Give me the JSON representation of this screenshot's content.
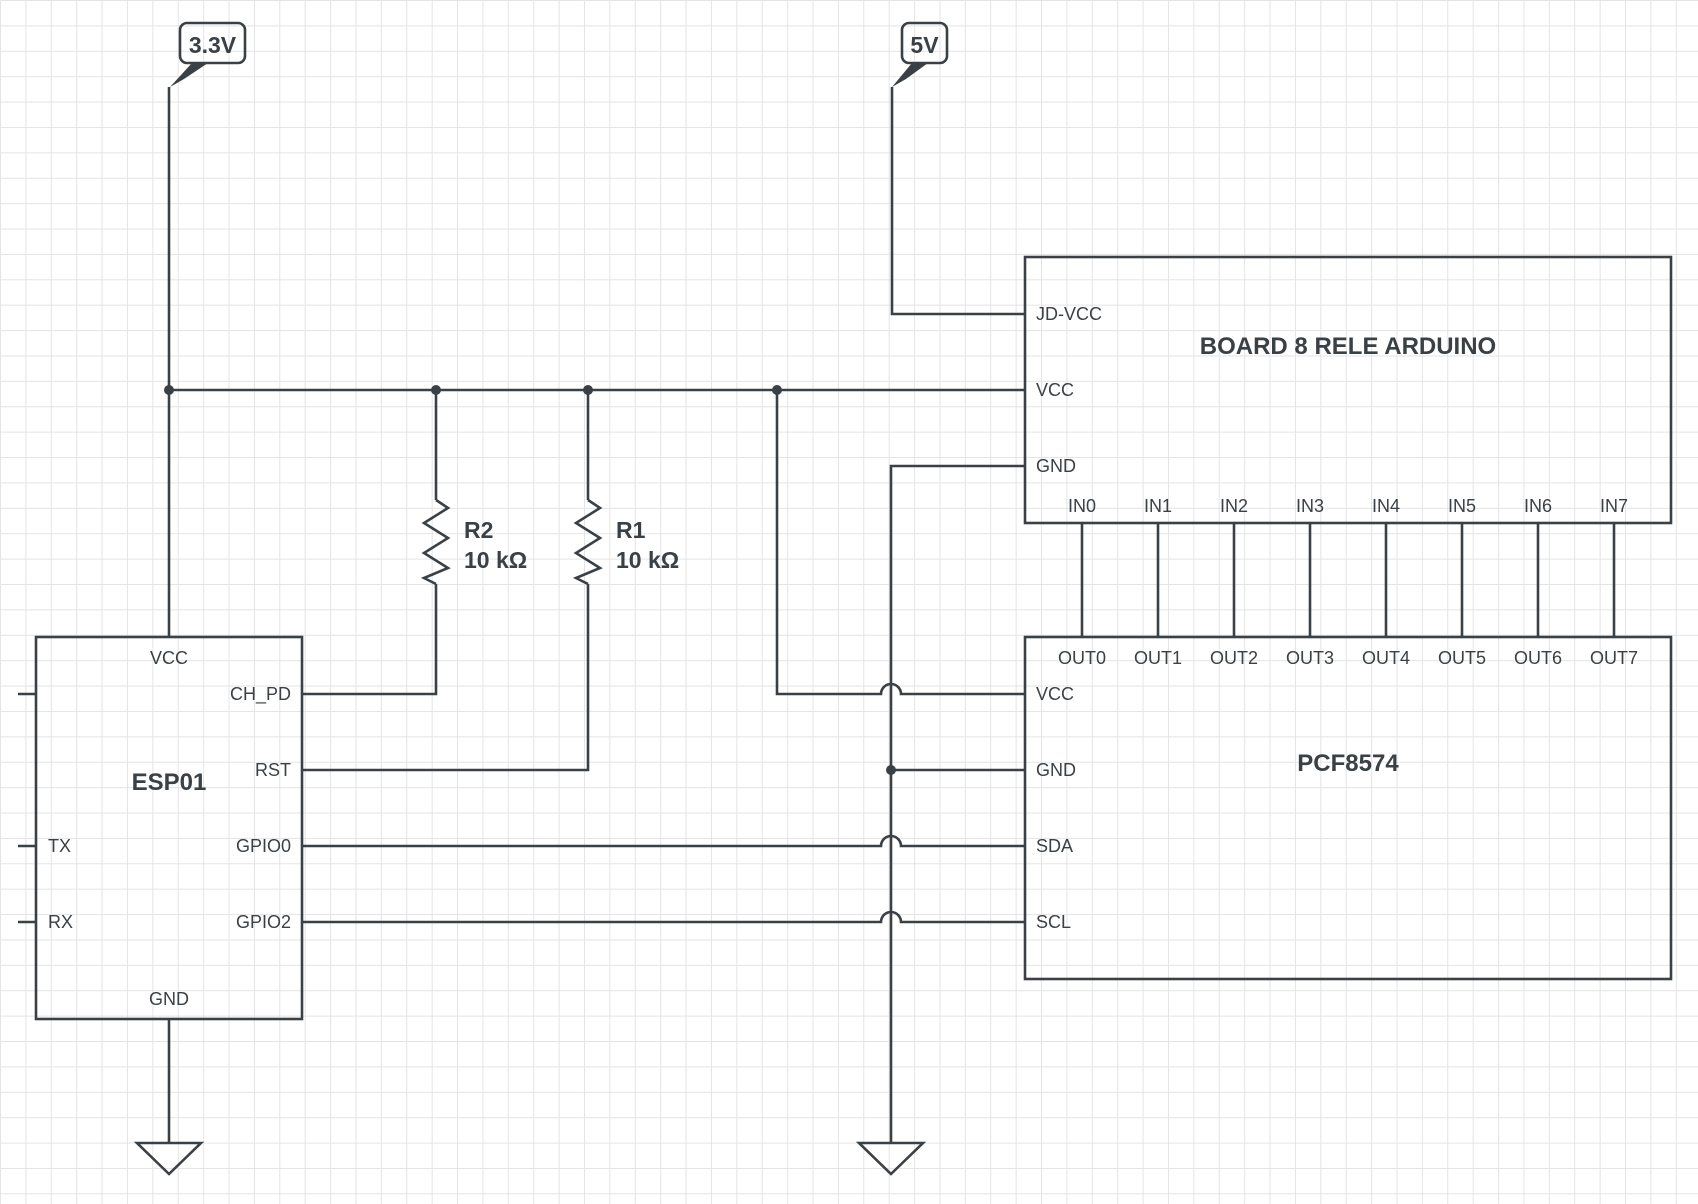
{
  "power_flags": {
    "v33": "3.3V",
    "v5": "5V"
  },
  "relay_board": {
    "title": "BOARD 8 RELE ARDUINO",
    "pins_left": [
      "JD-VCC",
      "VCC",
      "GND"
    ],
    "inputs": [
      "IN0",
      "IN1",
      "IN2",
      "IN3",
      "IN4",
      "IN5",
      "IN6",
      "IN7"
    ]
  },
  "pcf8574": {
    "title": "PCF8574",
    "outputs": [
      "OUT0",
      "OUT1",
      "OUT2",
      "OUT3",
      "OUT4",
      "OUT5",
      "OUT6",
      "OUT7"
    ],
    "pins_left": [
      "VCC",
      "GND",
      "SDA",
      "SCL"
    ]
  },
  "esp01": {
    "title": "ESP01",
    "vcc": "VCC",
    "gnd": "GND",
    "pins_right": [
      "CH_PD",
      "RST",
      "GPIO0",
      "GPIO2"
    ],
    "pins_left": [
      "TX",
      "RX"
    ]
  },
  "resistors": [
    {
      "name": "R2",
      "value": "10 kΩ"
    },
    {
      "name": "R1",
      "value": "10 kΩ"
    }
  ],
  "colors": {
    "line": "#3a4146",
    "grid": "#e4e4e4",
    "background": "#ffffff"
  }
}
